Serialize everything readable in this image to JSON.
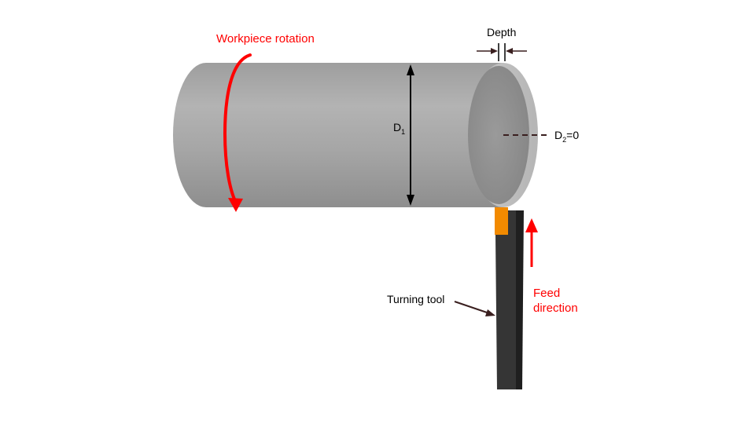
{
  "labels": {
    "rotation": "Workpiece rotation",
    "depth": "Depth",
    "d1_main": "D",
    "d1_sub": "1",
    "d2_main": "D",
    "d2_sub": "2",
    "d2_suffix": "=0",
    "tool": "Turning tool",
    "feed_line1": "Feed",
    "feed_line2": "direction"
  },
  "colors": {
    "annotation_red": "#ff0000",
    "text_black": "#000000",
    "cylinder_gray": "#a9a9a9",
    "end_face_gray": "#8f8f8f",
    "tool_body": "#333333",
    "tool_insert": "#f28a00",
    "leader_brown": "#3a1f1f"
  }
}
